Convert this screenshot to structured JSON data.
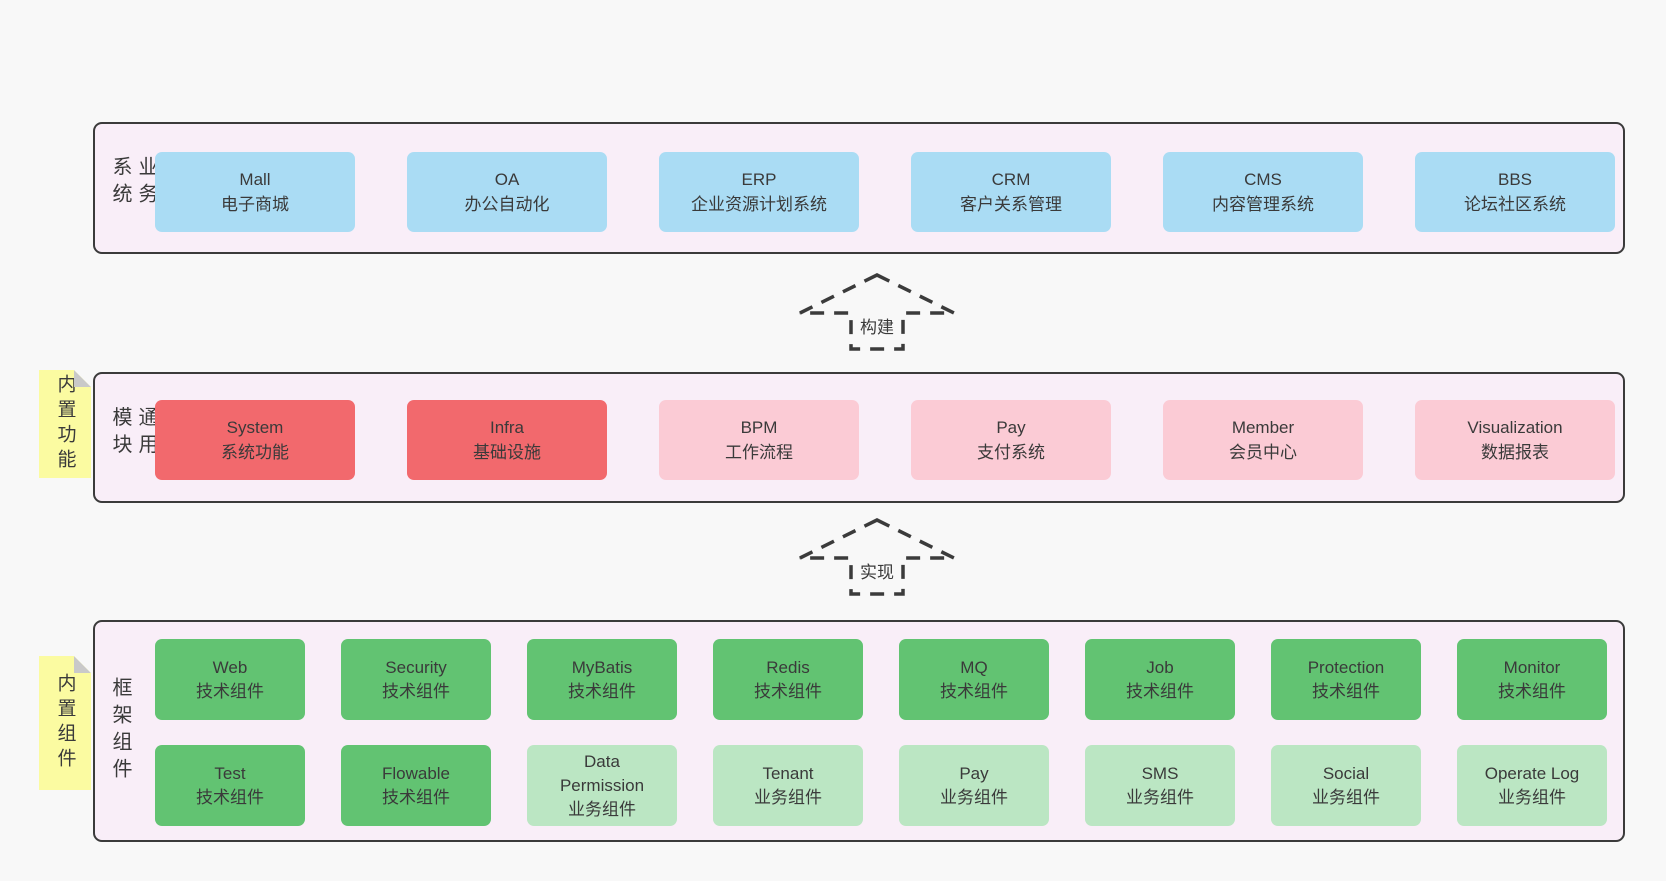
{
  "colors": {
    "page_bg": "#f8f8f8",
    "band_bg": "#f9eef8",
    "band_border": "#3b3b3b",
    "blue_box": "#aadcf4",
    "red_box": "#f2696d",
    "pink_box": "#fbcbd5",
    "green_box": "#62c372",
    "light_green_box": "#bbe6c3",
    "note_bg": "#fbfba1",
    "note_fold": "#c9c9c9",
    "text": "#3a3a3a"
  },
  "arrows": {
    "build": "构建",
    "implement": "实现"
  },
  "band_business": {
    "label": "业务系统",
    "boxes": [
      {
        "name": "Mall",
        "desc": "电子商城"
      },
      {
        "name": "OA",
        "desc": "办公自动化"
      },
      {
        "name": "ERP",
        "desc": "企业资源计划系统"
      },
      {
        "name": "CRM",
        "desc": "客户关系管理"
      },
      {
        "name": "CMS",
        "desc": "内容管理系统"
      },
      {
        "name": "BBS",
        "desc": "论坛社区系统"
      }
    ]
  },
  "band_modules": {
    "label": "通用模块",
    "note": "内置功能",
    "boxes": [
      {
        "name": "System",
        "desc": "系统功能",
        "variant": "red"
      },
      {
        "name": "Infra",
        "desc": "基础设施",
        "variant": "red"
      },
      {
        "name": "BPM",
        "desc": "工作流程",
        "variant": "pink"
      },
      {
        "name": "Pay",
        "desc": "支付系统",
        "variant": "pink"
      },
      {
        "name": "Member",
        "desc": "会员中心",
        "variant": "pink"
      },
      {
        "name": "Visualization",
        "desc": "数据报表",
        "variant": "pink"
      }
    ]
  },
  "band_components": {
    "label": "框架组件",
    "note": "内置组件",
    "row1": [
      {
        "name": "Web",
        "desc": "技术组件",
        "variant": "green"
      },
      {
        "name": "Security",
        "desc": "技术组件",
        "variant": "green"
      },
      {
        "name": "MyBatis",
        "desc": "技术组件",
        "variant": "green"
      },
      {
        "name": "Redis",
        "desc": "技术组件",
        "variant": "green"
      },
      {
        "name": "MQ",
        "desc": "技术组件",
        "variant": "green"
      },
      {
        "name": "Job",
        "desc": "技术组件",
        "variant": "green"
      },
      {
        "name": "Protection",
        "desc": "技术组件",
        "variant": "green"
      },
      {
        "name": "Monitor",
        "desc": "技术组件",
        "variant": "green"
      }
    ],
    "row2": [
      {
        "name": "Test",
        "desc": "技术组件",
        "variant": "green"
      },
      {
        "name": "Flowable",
        "desc": "技术组件",
        "variant": "green"
      },
      {
        "name": "Data Permission",
        "desc": "业务组件",
        "variant": "lightgreen"
      },
      {
        "name": "Tenant",
        "desc": "业务组件",
        "variant": "lightgreen"
      },
      {
        "name": "Pay",
        "desc": "业务组件",
        "variant": "lightgreen"
      },
      {
        "name": "SMS",
        "desc": "业务组件",
        "variant": "lightgreen"
      },
      {
        "name": "Social",
        "desc": "业务组件",
        "variant": "lightgreen"
      },
      {
        "name": "Operate Log",
        "desc": "业务组件",
        "variant": "lightgreen"
      }
    ]
  }
}
